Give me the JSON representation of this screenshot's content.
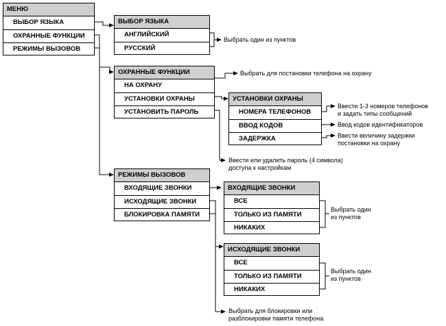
{
  "menu": {
    "title": "МЕНЮ",
    "items": [
      "ВЫБОР ЯЗЫКА",
      "ОХРАННЫЕ ФУНКЦИИ",
      "РЕЖИМЫ ВЫЗОВОВ"
    ]
  },
  "language": {
    "title": "ВЫБОР ЯЗЫКА",
    "items": [
      "АНГЛИЙСКИЙ",
      "РУССКИЙ"
    ],
    "note": "Выбрать один из пунктов"
  },
  "security": {
    "title": "ОХРАННЫЕ ФУНКЦИИ",
    "items": [
      "НА ОХРАНУ",
      "УСТАНОВКИ ОХРАНЫ",
      "УСТАНОВИТЬ ПАРОЛЬ"
    ],
    "note_arm": "Выбрать для постановки телефона на охрану",
    "note_password_1": "Ввести или удалить пароль (4 символа)",
    "note_password_2": "доступа к настройкам"
  },
  "security_settings": {
    "title": "УСТАНОВКИ ОХРАНЫ",
    "items": [
      "НОМЕРА ТЕЛЕФОНОВ",
      "ВВОД КОДОВ",
      "ЗАДЕРЖКА"
    ],
    "note_phones_1": "Ввести 1-3 номеров телефонов",
    "note_phones_2": "и задать типы сообщений",
    "note_codes": "Ввод кодов идентификаторов",
    "note_delay_1": "Ввести величину задержки",
    "note_delay_2": "постановки на охрану"
  },
  "call_modes": {
    "title": "РЕЖИМЫ ВЫЗОВОВ",
    "items": [
      "ВХОДЯЩИЕ ЗВОНКИ",
      "ИСХОДЯЩИЕ ЗВОНКИ",
      "БЛОКИРОВКА ПАМЯТИ"
    ],
    "note_block_1": "Выбрать для блокировки или",
    "note_block_2": "разблокировки памяти телефона"
  },
  "incoming": {
    "title": "ВХОДЯЩИЕ ЗВОНКИ",
    "items": [
      "ВСЕ",
      "ТОЛЬКО ИЗ ПАМЯТИ",
      "НИКАКИХ"
    ],
    "note_1": "Выбрать один",
    "note_2": "из пунктов"
  },
  "outgoing": {
    "title": "ИСХОДЯЩИЕ ЗВОНКИ",
    "items": [
      "ВСЕ",
      "ТОЛЬКО ИЗ ПАМЯТИ",
      "НИКАКИХ"
    ],
    "note_1": "Выбрать один",
    "note_2": "из пунктов"
  }
}
